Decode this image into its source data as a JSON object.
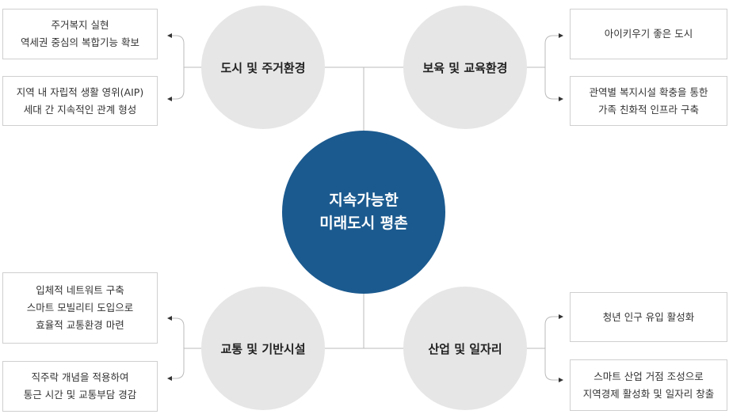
{
  "center": {
    "line1": "지속가능한",
    "line2": "미래도시 평촌"
  },
  "colors": {
    "center": "#1b5a8f",
    "category": "#e6e6e6"
  },
  "categories": [
    {
      "label": "도시 및 주거환경",
      "items": [
        [
          "주거복지 실현",
          "역세권 중심의 복합기능 확보"
        ],
        [
          "지역 내 자립적 생활 영위(AIP)",
          "세대 간 지속적인 관계 형성"
        ]
      ]
    },
    {
      "label": "보육 및 교육환경",
      "items": [
        [
          "아이키우기 좋은 도시"
        ],
        [
          "관역별 복지시설 확충을 통한",
          "가족 친화적 인프라 구축"
        ]
      ]
    },
    {
      "label": "교통 및 기반시설",
      "items": [
        [
          "입체적 네트워트 구축",
          "스마트 모빌리티 도입으로",
          "효율적 교통환경 마련"
        ],
        [
          "직주락 개념을 적용하여",
          "통근 시간 및 교통부담 경감"
        ]
      ]
    },
    {
      "label": "산업 및 일자리",
      "items": [
        [
          "청년 인구 유입 활성화"
        ],
        [
          "스마트 산업 거점 조성으로",
          "지역경제 활성화 및 일자리 창출"
        ]
      ]
    }
  ]
}
